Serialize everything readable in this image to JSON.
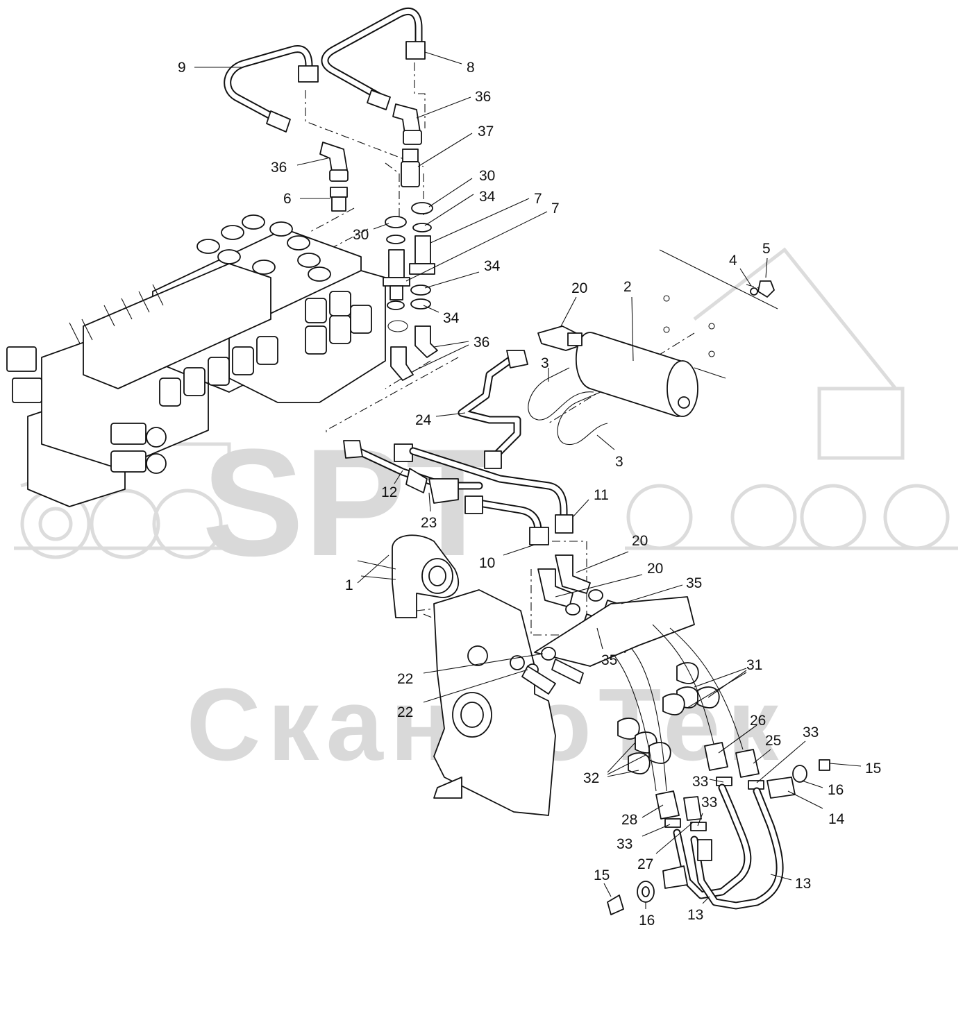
{
  "watermark": {
    "brand": "SPT",
    "company": "СканроТек",
    "color": "#d9d9d9"
  },
  "callouts": [
    {
      "label": "1"
    },
    {
      "label": "2"
    },
    {
      "label": "3"
    },
    {
      "label": "3"
    },
    {
      "label": "4"
    },
    {
      "label": "5"
    },
    {
      "label": "6"
    },
    {
      "label": "7"
    },
    {
      "label": "7"
    },
    {
      "label": "8"
    },
    {
      "label": "9"
    },
    {
      "label": "10"
    },
    {
      "label": "11"
    },
    {
      "label": "12"
    },
    {
      "label": "13"
    },
    {
      "label": "13"
    },
    {
      "label": "14"
    },
    {
      "label": "15"
    },
    {
      "label": "15"
    },
    {
      "label": "16"
    },
    {
      "label": "16"
    },
    {
      "label": "20"
    },
    {
      "label": "20"
    },
    {
      "label": "20"
    },
    {
      "label": "22"
    },
    {
      "label": "22"
    },
    {
      "label": "23"
    },
    {
      "label": "24"
    },
    {
      "label": "25"
    },
    {
      "label": "26"
    },
    {
      "label": "27"
    },
    {
      "label": "28"
    },
    {
      "label": "30"
    },
    {
      "label": "30"
    },
    {
      "label": "31"
    },
    {
      "label": "32"
    },
    {
      "label": "33"
    },
    {
      "label": "33"
    },
    {
      "label": "33"
    },
    {
      "label": "33"
    },
    {
      "label": "34"
    },
    {
      "label": "34"
    },
    {
      "label": "34"
    },
    {
      "label": "35"
    },
    {
      "label": "35"
    },
    {
      "label": "36"
    },
    {
      "label": "36"
    },
    {
      "label": "36"
    },
    {
      "label": "37"
    }
  ]
}
